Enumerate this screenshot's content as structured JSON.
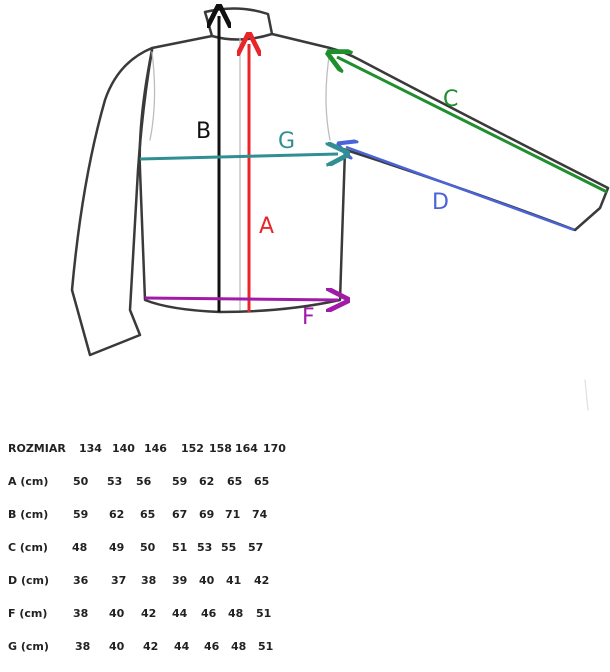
{
  "labels": {
    "A": "A",
    "B": "B",
    "C": "C",
    "D": "D",
    "F": "F",
    "G": "G"
  },
  "colors": {
    "A": "#e8262a",
    "B": "#111111",
    "C": "#1e8f2c",
    "D": "#4b63d8",
    "F": "#a11aa8",
    "G": "#2f8f93",
    "outline": "#3a3a3a"
  },
  "table": {
    "header": {
      "label": "ROZMIAR",
      "values": [
        "134",
        "140",
        "146",
        "152",
        "158",
        "164",
        "170"
      ]
    },
    "rows": [
      {
        "label": "A (cm)",
        "values": [
          "50",
          "53",
          "56",
          "59",
          "62",
          "65",
          "65"
        ]
      },
      {
        "label": "B (cm)",
        "values": [
          "59",
          "62",
          "65",
          "67",
          "69",
          "71",
          "74"
        ]
      },
      {
        "label": "C (cm)",
        "values": [
          "48",
          "49",
          "50",
          "51",
          "53",
          "55",
          "57"
        ]
      },
      {
        "label": "D (cm)",
        "values": [
          "36",
          "37",
          "38",
          "39",
          "40",
          "41",
          "42"
        ]
      },
      {
        "label": "F (cm)",
        "values": [
          "38",
          "40",
          "42",
          "44",
          "46",
          "48",
          "51"
        ]
      },
      {
        "label": "G (cm)",
        "values": [
          "38",
          "40",
          "42",
          "44",
          "46",
          "48",
          "51"
        ]
      }
    ]
  }
}
